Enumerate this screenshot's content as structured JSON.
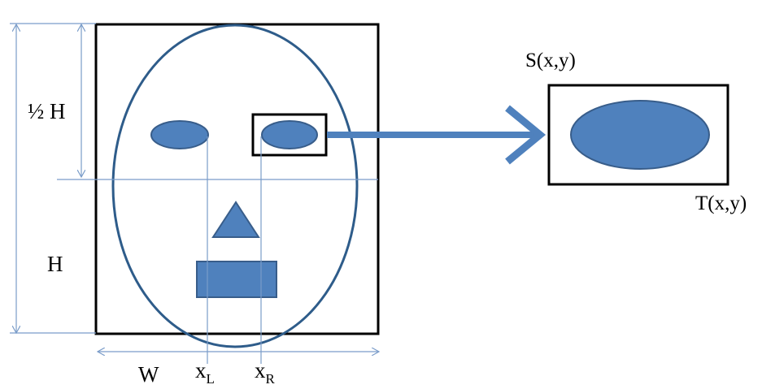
{
  "labels": {
    "half_h": "½ H",
    "h": "H",
    "w": "W",
    "xl_base": "x",
    "xl_sub": "L",
    "xr_base": "x",
    "xr_sub": "R",
    "s": "S(x,y)",
    "t": "T(x,y)"
  },
  "colors": {
    "fill": "#4F81BD",
    "fill_stroke": "#385D8A",
    "face_outline": "#2E5C8A",
    "guide": "#7A9CC9",
    "arrow": "#4F81BD",
    "box": "#000000"
  }
}
